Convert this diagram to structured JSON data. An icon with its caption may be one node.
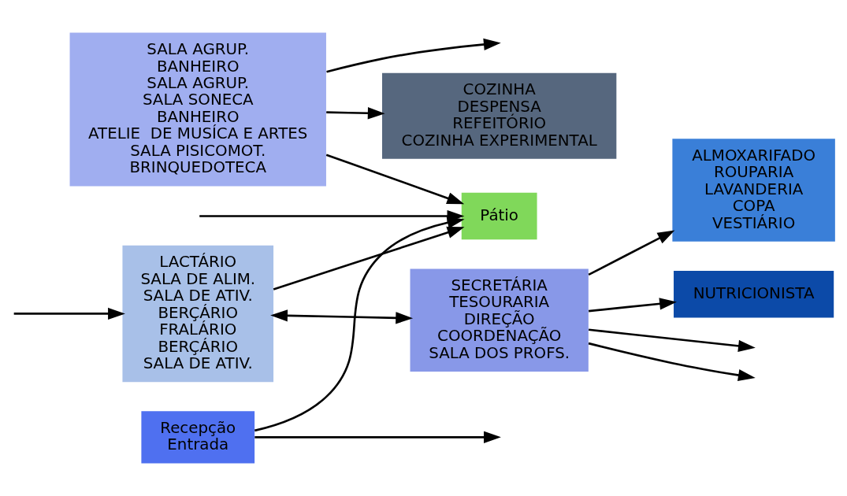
{
  "diagram": {
    "nodes": [
      {
        "text": [
          "SALA AGRUP.",
          "BANHEIRO",
          "SALA AGRUP.",
          "SALA SONECA",
          "BANHEIRO",
          "ATELIE  DE MUSÍCA E ARTES",
          "SALA PISICOMOT.",
          "BRINQUEDOTECA"
        ]
      },
      {
        "text": [
          "COZINHA",
          "DESPENSA",
          "REFEITÓRIO",
          "COZINHA EXPERIMENTAL"
        ]
      },
      {
        "text": [
          "LACTÁRIO",
          "SALA DE ALIM.",
          "SALA DE ATIV.",
          "BERÇÁRIO",
          "FRALÁRIO",
          "BERÇÁRIO",
          "SALA DE ATIV."
        ]
      },
      {
        "text": [
          "Pátio"
        ]
      },
      {
        "text": [
          "ALMOXARIFADO",
          "ROUPARIA",
          "LAVANDERIA",
          "COPA",
          "VESTIÁRIO"
        ]
      },
      {
        "text": [
          "NUTRICIONISTA"
        ]
      },
      {
        "text": [
          "SECRETÁRIA",
          "TESOURARIA",
          "DIREÇÃO",
          "COORDENAÇÃO",
          "SALA DOS PROFS."
        ]
      },
      {
        "text": [
          "Recepção",
          "Entrada"
        ]
      }
    ],
    "edges": [
      {
        "from": 0,
        "to": 3,
        "arrow": "to"
      },
      {
        "from": 0,
        "to": 1,
        "arrow": "to"
      },
      {
        "from": 0,
        "to": null,
        "arrow": "to"
      },
      {
        "from": 2,
        "to": 3,
        "arrow": "to"
      },
      {
        "from": 7,
        "to": 3,
        "arrow": "to"
      },
      {
        "from": null,
        "to": 2,
        "arrow": "to"
      },
      {
        "from": 7,
        "to": null,
        "arrow": "to"
      },
      {
        "from": 2,
        "to": 6,
        "arrow": "both"
      },
      {
        "from": 6,
        "to": null,
        "arrow": "to"
      },
      {
        "from": null,
        "to": 3,
        "arrow": "to"
      },
      {
        "from": 6,
        "to": null,
        "arrow": "to"
      },
      {
        "from": 6,
        "to": 4,
        "arrow": "to"
      },
      {
        "from": 6,
        "to": 5,
        "arrow": "to"
      }
    ]
  }
}
